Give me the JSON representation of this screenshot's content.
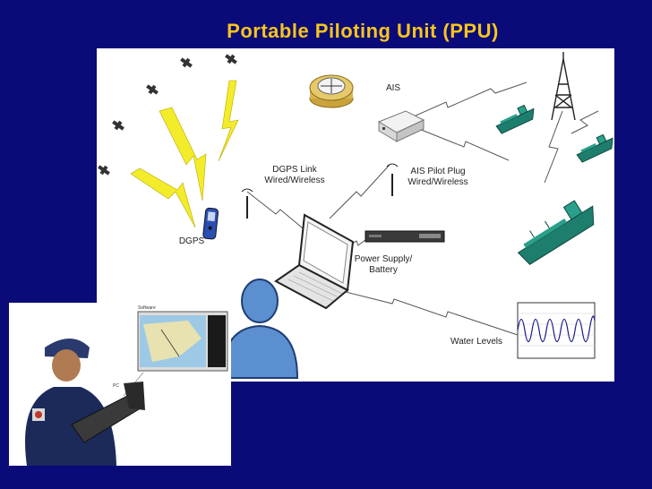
{
  "title": "Portable Piloting Unit (PPU)",
  "colors": {
    "background": "#0a0a78",
    "title": "#f7c51e"
  },
  "diagram": {
    "labels": {
      "ais": "AIS",
      "dgps_link_1": "DGPS Link",
      "dgps_link_2": "Wired/Wireless",
      "ais_plug_1": "AIS Pilot Plug",
      "ais_plug_2": "Wired/Wireless",
      "dgps": "DGPS",
      "power_1": "Power Supply/",
      "power_2": "Battery",
      "water_levels": "Water Levels"
    },
    "icons": [
      "satellite-icon",
      "lightning-icon",
      "compass-icon",
      "ais-transponder-icon",
      "radio-tower-icon",
      "ship-icon",
      "antenna-icon",
      "gps-receiver-icon",
      "laptop-icon",
      "power-supply-icon",
      "person-icon",
      "water-level-chart-icon"
    ]
  },
  "photo": {
    "software_label": "Software",
    "pc_label": "PC"
  }
}
